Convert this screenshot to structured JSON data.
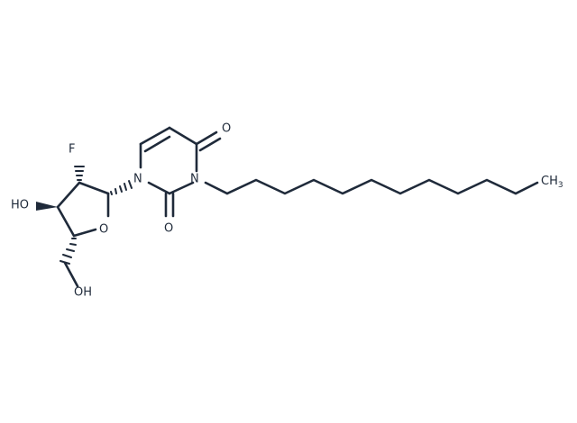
{
  "molecule": {
    "atoms": {
      "o_carbonyl_top": "O",
      "o_carbonyl_bottom": "O",
      "n1": "N",
      "n3": "N",
      "fluorine": "F",
      "ho_ring": "HO",
      "o_ring": "O",
      "oh_bottom": "OH",
      "methyl": "CH",
      "methyl_sub": "3"
    }
  }
}
